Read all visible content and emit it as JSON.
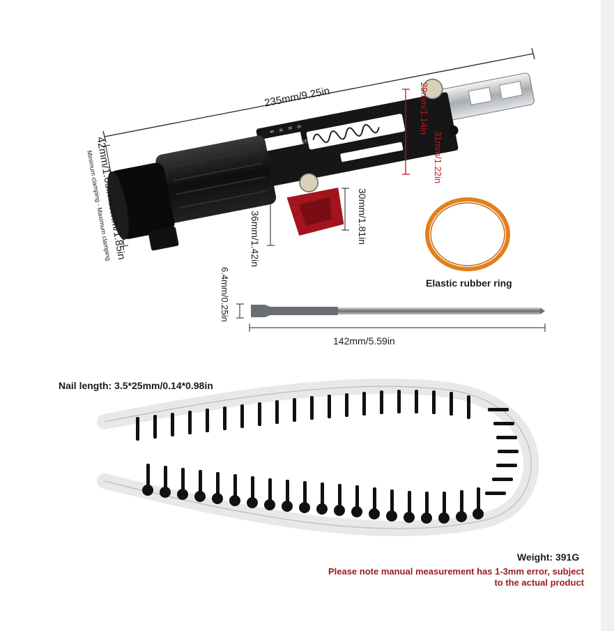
{
  "dimensions": {
    "overall_length": "235mm/9.25in",
    "clamp_diameter": "42mm/1.65in-47mm/1.85in",
    "clamp_caption": "Minimum clamping - Maximum clamping",
    "depth_36": "36mm/1.42in",
    "depth_30": "30mm/1.81in",
    "red_29": "29mm/1.14in",
    "red_31": "31mm/1.22in",
    "bit_diameter": "6.4mm/0.25in",
    "bit_length": "142mm/5.59in"
  },
  "tool_markings": {
    "screw_length": "SCREW LENGTH",
    "depth": "DEPTH",
    "scale": [
      "40",
      "35",
      "30",
      "25"
    ]
  },
  "rubber_ring_label": "Elastic rubber ring",
  "nail_length": "Nail length: 3.5*25mm/0.14*0.98in",
  "weight": "Weight: 391G",
  "note_line1": "Please note manual measurement has 1-3mm error, subject",
  "note_line2": "to the actual product",
  "colors": {
    "tool_body": "#141414",
    "accent_red": "#a3141c",
    "rubber_ring": "#e2801c",
    "note_text": "#9b1b1b",
    "metal": "#c9ccd0"
  }
}
